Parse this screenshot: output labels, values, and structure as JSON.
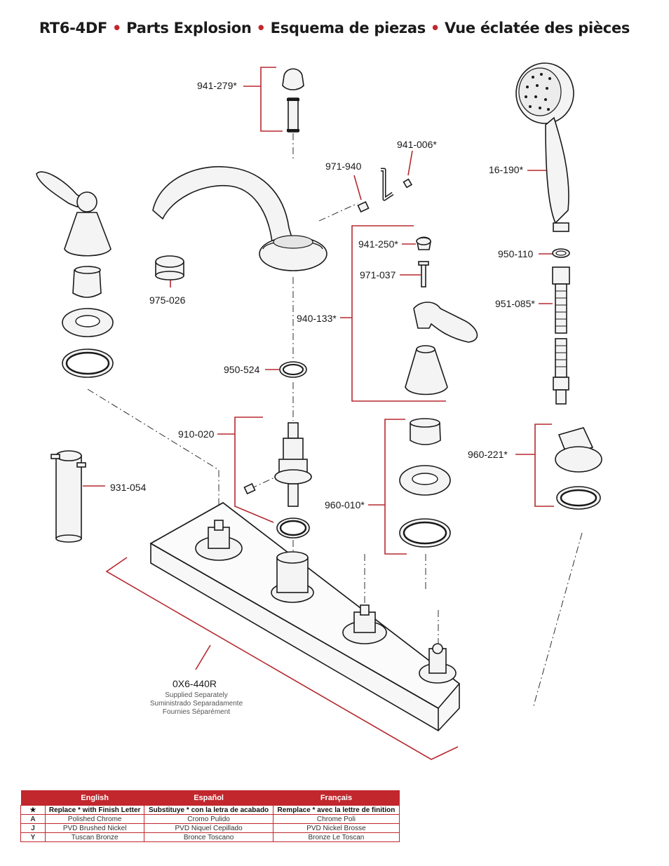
{
  "title": {
    "model": "RT6-4DF",
    "separator": "•",
    "english": "Parts Explosion",
    "spanish": "Esquema de piezas",
    "french": "Vue éclatée des pièces"
  },
  "parts": {
    "p941_279": "941-279*",
    "p971_940": "971-940",
    "p941_006": "941-006*",
    "p16_190": "16-190*",
    "p975_026": "975-026",
    "p941_250": "941-250*",
    "p971_037": "971-037",
    "p950_110": "950-110",
    "p940_133": "940-133*",
    "p951_085": "951-085*",
    "p950_524": "950-524",
    "p910_020": "910-020",
    "p960_221": "960-221*",
    "p931_054": "931-054",
    "p960_010": "960-010*",
    "p0x6_440r": "0X6-440R"
  },
  "base_note": {
    "english": "Supplied Separately",
    "spanish": "Suministrado Separadamente",
    "french": "Fournies Séparément"
  },
  "finish_table": {
    "headers": [
      "English",
      "Español",
      "Français"
    ],
    "note_symbol": "★",
    "note": [
      "Replace * with Finish Letter",
      "Substituye * con la letra de acabado",
      "Remplace * avec la lettre de finition"
    ],
    "rows": [
      {
        "code": "A",
        "en": "Polished Chrome",
        "es": "Cromo Pulido",
        "fr": "Chrome Poli"
      },
      {
        "code": "J",
        "en": "PVD Brushed Nickel",
        "es": "PVD Niquel Cepillado",
        "fr": "PVD Nickel Brosse"
      },
      {
        "code": "Y",
        "en": "Tuscan Bronze",
        "es": "Bronce Toscano",
        "fr": "Bronze Le Toscan"
      }
    ]
  },
  "colors": {
    "accent": "#c1272d",
    "line": "#1a1a1a"
  }
}
